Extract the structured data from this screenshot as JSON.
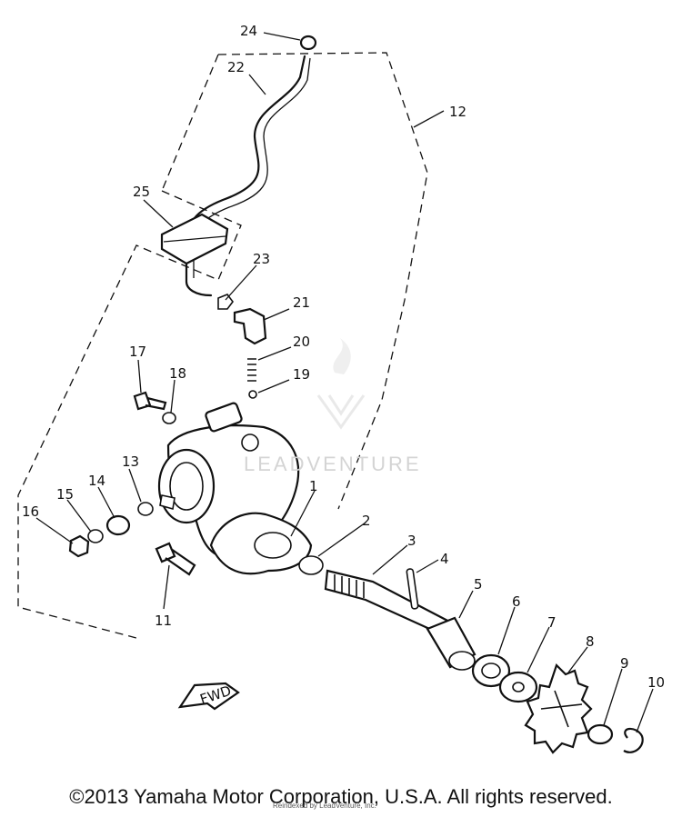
{
  "diagram": {
    "callouts": [
      "1",
      "2",
      "3",
      "4",
      "5",
      "6",
      "7",
      "8",
      "9",
      "10",
      "11",
      "12",
      "13",
      "14",
      "15",
      "16",
      "17",
      "18",
      "19",
      "20",
      "21",
      "22",
      "23",
      "24",
      "25"
    ],
    "fwd_label": "FWD"
  },
  "watermark": "LEADVENTURE",
  "credit": "Reindexed by LeadVenture, Inc.",
  "copyright": "©2013 Yamaha Motor Corporation, U.S.A. All rights reserved.",
  "colors": {
    "ink": "#111111",
    "background": "#ffffff",
    "watermark": "#d4d4d4"
  }
}
